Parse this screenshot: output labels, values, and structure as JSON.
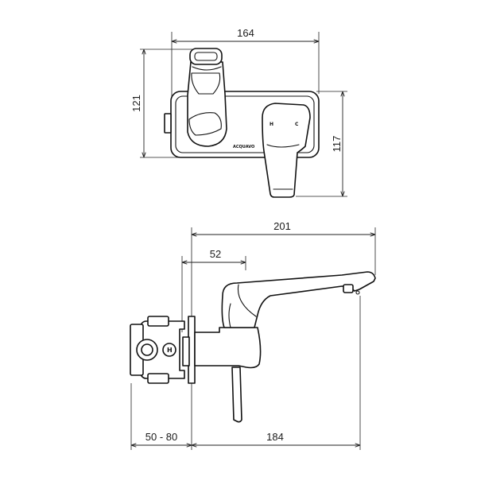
{
  "dimensions": {
    "top_width": "164",
    "top_height_left": "121",
    "top_height_right": "117",
    "total_length": "201",
    "handle_offset": "52",
    "wall_depth": "50 - 80",
    "spout_reach": "184"
  },
  "labels": {
    "brand_mark": "ACQUAVO",
    "hot_mark": "H",
    "cold_mark": "C",
    "side_hot_mark": "H"
  }
}
